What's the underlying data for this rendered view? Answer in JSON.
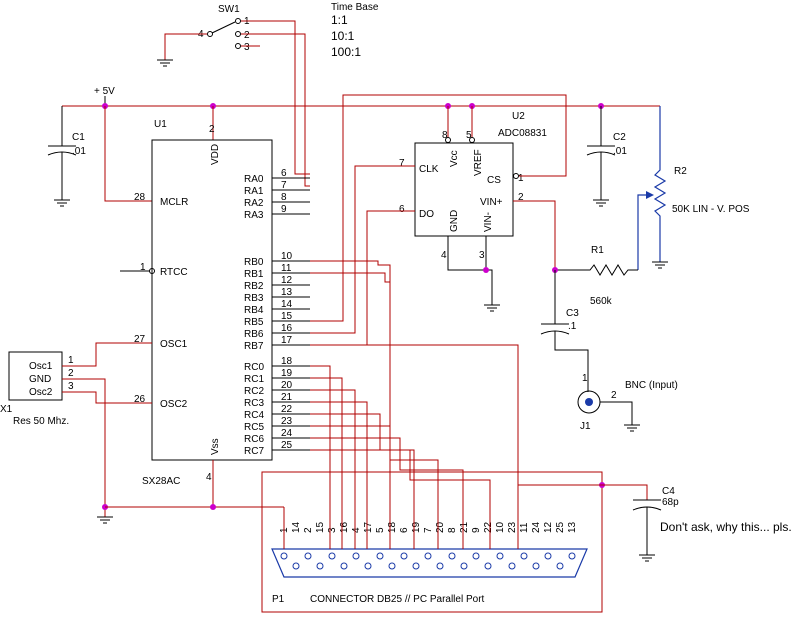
{
  "switch": {
    "ref": "SW1",
    "pins": [
      "1",
      "2",
      "3",
      "4"
    ],
    "title": "Time Base",
    "ratios": [
      "1:1",
      "10:1",
      "100:1"
    ]
  },
  "supply": {
    "label": "+ 5V"
  },
  "caps": {
    "c1": {
      "ref": "C1",
      "value": ".01"
    },
    "c2": {
      "ref": "C2",
      "value": ".01"
    },
    "c3": {
      "ref": "C3",
      "value": ".1"
    },
    "c4": {
      "ref": "C4",
      "value": "68p"
    }
  },
  "u1": {
    "ref": "U1",
    "part": "SX28AC",
    "vdd": "VDD",
    "vdd_pin": "2",
    "vss": "Vss",
    "vss_pin": "4",
    "left_pins": [
      {
        "name": "MCLR",
        "num": "28"
      },
      {
        "name": "RTCC",
        "num": "1"
      },
      {
        "name": "OSC1",
        "num": "27"
      },
      {
        "name": "OSC2",
        "num": "26"
      }
    ],
    "right_pins": [
      {
        "name": "RA0",
        "num": "6"
      },
      {
        "name": "RA1",
        "num": "7"
      },
      {
        "name": "RA2",
        "num": "8"
      },
      {
        "name": "RA3",
        "num": "9"
      },
      {
        "name": "RB0",
        "num": "10"
      },
      {
        "name": "RB1",
        "num": "11"
      },
      {
        "name": "RB2",
        "num": "12"
      },
      {
        "name": "RB3",
        "num": "13"
      },
      {
        "name": "RB4",
        "num": "14"
      },
      {
        "name": "RB5",
        "num": "15"
      },
      {
        "name": "RB6",
        "num": "16"
      },
      {
        "name": "RB7",
        "num": "17"
      },
      {
        "name": "RC0",
        "num": "18"
      },
      {
        "name": "RC1",
        "num": "19"
      },
      {
        "name": "RC2",
        "num": "20"
      },
      {
        "name": "RC3",
        "num": "21"
      },
      {
        "name": "RC4",
        "num": "22"
      },
      {
        "name": "RC5",
        "num": "23"
      },
      {
        "name": "RC6",
        "num": "24"
      },
      {
        "name": "RC7",
        "num": "25"
      }
    ]
  },
  "u2": {
    "ref": "U2",
    "part": "ADC08831",
    "clk": "CLK",
    "clk_pin": "7",
    "do": "DO",
    "do_pin": "6",
    "vcc": "Vcc",
    "vcc_pin": "8",
    "vref": "VREF",
    "vref_pin": "5",
    "cs": "CS",
    "cs_pin": "1",
    "vinp": "VIN+",
    "vinp_pin": "2",
    "gnd": "GND",
    "gnd_pin": "4",
    "vinm": "VIN-",
    "vinm_pin": "3"
  },
  "r1": {
    "ref": "R1",
    "value": "560k"
  },
  "r2": {
    "ref": "R2",
    "value": "50K LIN - V. POS"
  },
  "osc": {
    "ref": "X1",
    "desc": "Res 50 Mhz.",
    "pins": [
      {
        "name": "Osc1",
        "num": "1"
      },
      {
        "name": "GND",
        "num": "2"
      },
      {
        "name": "Osc2",
        "num": "3"
      }
    ]
  },
  "bnc": {
    "ref": "J1",
    "label": "BNC (Input)",
    "pin1": "1",
    "pin2": "2"
  },
  "connector": {
    "ref": "P1",
    "label": "CONNECTOR DB25 // PC Parallel Port",
    "pin_labels": [
      "1",
      "14",
      "2",
      "15",
      "3",
      "16",
      "4",
      "17",
      "5",
      "18",
      "6",
      "19",
      "7",
      "20",
      "8",
      "21",
      "9",
      "22",
      "10",
      "23",
      "11",
      "24",
      "12",
      "25",
      "13"
    ]
  },
  "note": "Don't ask, why this... pls."
}
